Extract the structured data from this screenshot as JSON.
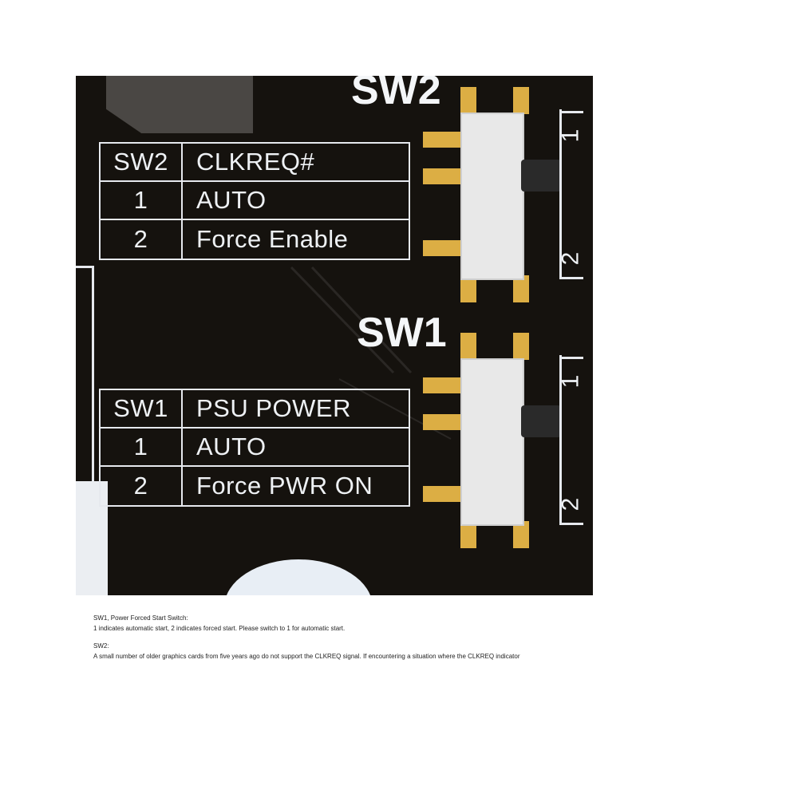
{
  "board": {
    "sw2_label": "SW2",
    "sw1_label": "SW1",
    "sw2_table": {
      "header": [
        "SW2",
        "CLKREQ#"
      ],
      "rows": [
        [
          "1",
          "AUTO"
        ],
        [
          "2",
          "Force Enable"
        ]
      ]
    },
    "sw1_table": {
      "header": [
        "SW1",
        "PSU POWER"
      ],
      "rows": [
        [
          "1",
          "AUTO"
        ],
        [
          "2",
          "Force PWR ON"
        ]
      ]
    },
    "switch_positions": {
      "top": "1",
      "bottom": "2"
    }
  },
  "notes": {
    "sw1_title": "SW1, Power Forced Start Switch:",
    "sw1_text": "1 indicates automatic start, 2 indicates forced start. Please switch to 1 for automatic start.",
    "sw2_title": "SW2:",
    "sw2_text": "A small number of older graphics cards from five years ago do not support the CLKREQ signal. If encountering a situation where the CLKREQ indicator"
  }
}
